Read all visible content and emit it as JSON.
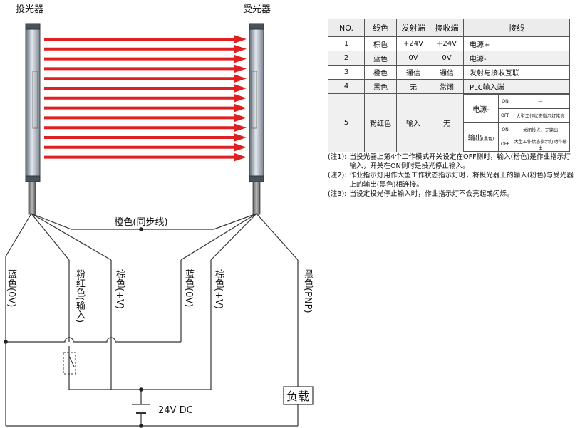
{
  "labels": {
    "emitter": "投光器",
    "receiver": "受光器",
    "sync_wire": "橙色(同步线)",
    "wire_blue_left": "蓝色(0V)",
    "wire_pink": "粉红色(输入)",
    "wire_brown_left": "棕色(+V)",
    "wire_blue_right": "蓝色(0V)",
    "wire_brown_right": "棕色(+V)",
    "wire_black": "黑色(PNP)",
    "load": "负载",
    "power": "24V DC"
  },
  "colors": {
    "beam": "#e02020",
    "line": "#333333",
    "sensor": "#6f7a86"
  },
  "table": {
    "headers": [
      "NO.",
      "线色",
      "发射端",
      "接收端",
      "接线"
    ],
    "rows": [
      {
        "no": "1",
        "color": "棕色",
        "tx": "+24V",
        "rx": "+24V",
        "wiring": "电源+"
      },
      {
        "no": "2",
        "color": "蓝色",
        "tx": "0V",
        "rx": "0V",
        "wiring": "电源-"
      },
      {
        "no": "3",
        "color": "橙色",
        "tx": "通信",
        "rx": "通信",
        "wiring": "发射与接收互联"
      },
      {
        "no": "4",
        "color": "黑色",
        "tx": "无",
        "rx": "常闭",
        "wiring": "PLC输入端"
      },
      {
        "no": "5",
        "color": "粉红色",
        "tx": "输入",
        "rx": "无",
        "groups": [
          {
            "label": "电源-",
            "items": [
              {
                "state": "ON",
                "desc": "—"
              },
              {
                "state": "OFF",
                "desc": "大型工作状态指示灯常亮"
              }
            ]
          },
          {
            "label": "输出",
            "label_small": "(黑色)",
            "items": [
              {
                "state": "ON",
                "desc": "关闭投光，无输出"
              },
              {
                "state": "OFF",
                "desc": "大型工作状态指示灯动作输出"
              }
            ]
          }
        ]
      }
    ]
  },
  "notes": [
    {
      "tag": "(注1):",
      "text": "当投光器上第4个工作模式开关设定在OFF侧时，输入(粉色)是作业指示灯输入，开关在ON侧时是投光停止输入。"
    },
    {
      "tag": "(注2):",
      "text": "作业指示灯用作大型工作状态指示灯时，将投光器上的输入(粉色)与受光器上的输出(黑色)相连接。"
    },
    {
      "tag": "(注3):",
      "text": "当设定投光停止输入时，作业指示灯不会亮起或闪烁。"
    }
  ]
}
